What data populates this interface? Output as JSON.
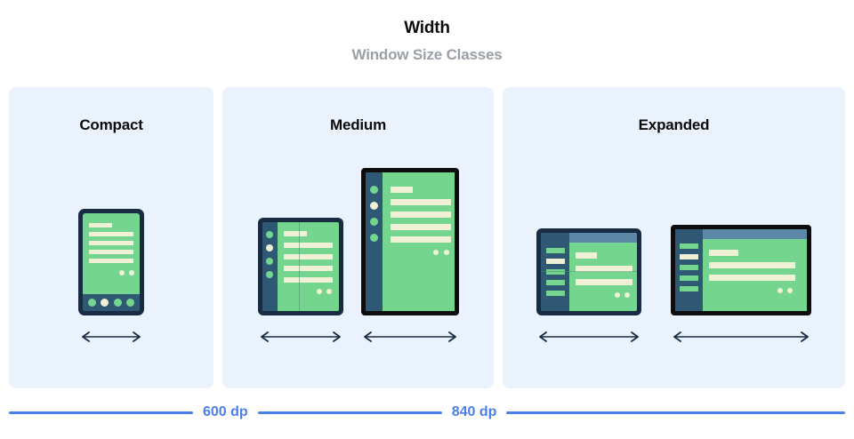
{
  "header": {
    "title": "Width",
    "subtitle": "Window Size Classes"
  },
  "columns": [
    {
      "key": "compact",
      "label": "Compact"
    },
    {
      "key": "medium",
      "label": "Medium"
    },
    {
      "key": "expanded",
      "label": "Expanded"
    }
  ],
  "devices": {
    "phone": {
      "name": "phone-portrait"
    },
    "foldable_portrait": {
      "name": "foldable-portrait"
    },
    "tablet_portrait": {
      "name": "tablet-portrait"
    },
    "foldable_landscape": {
      "name": "foldable-landscape"
    },
    "tablet_landscape": {
      "name": "tablet-landscape"
    }
  },
  "arrows": {
    "icon": "double-headed-arrow"
  },
  "scale": {
    "breakpoints": [
      {
        "value": "600 dp"
      },
      {
        "value": "840 dp"
      }
    ]
  },
  "colors": {
    "panel_bg": "#eaf2fd",
    "screen_green": "#74d68e",
    "content_cream": "#eff0d6",
    "frame_navy": "#172b43",
    "frame_black": "#0d0d0d",
    "rail_slate": "#2f5874",
    "top_strip": "#5c87a6",
    "rule_blue": "#4a7fe8",
    "title_black": "#0b0b0c",
    "subtitle_grey": "#9aa0a6"
  }
}
